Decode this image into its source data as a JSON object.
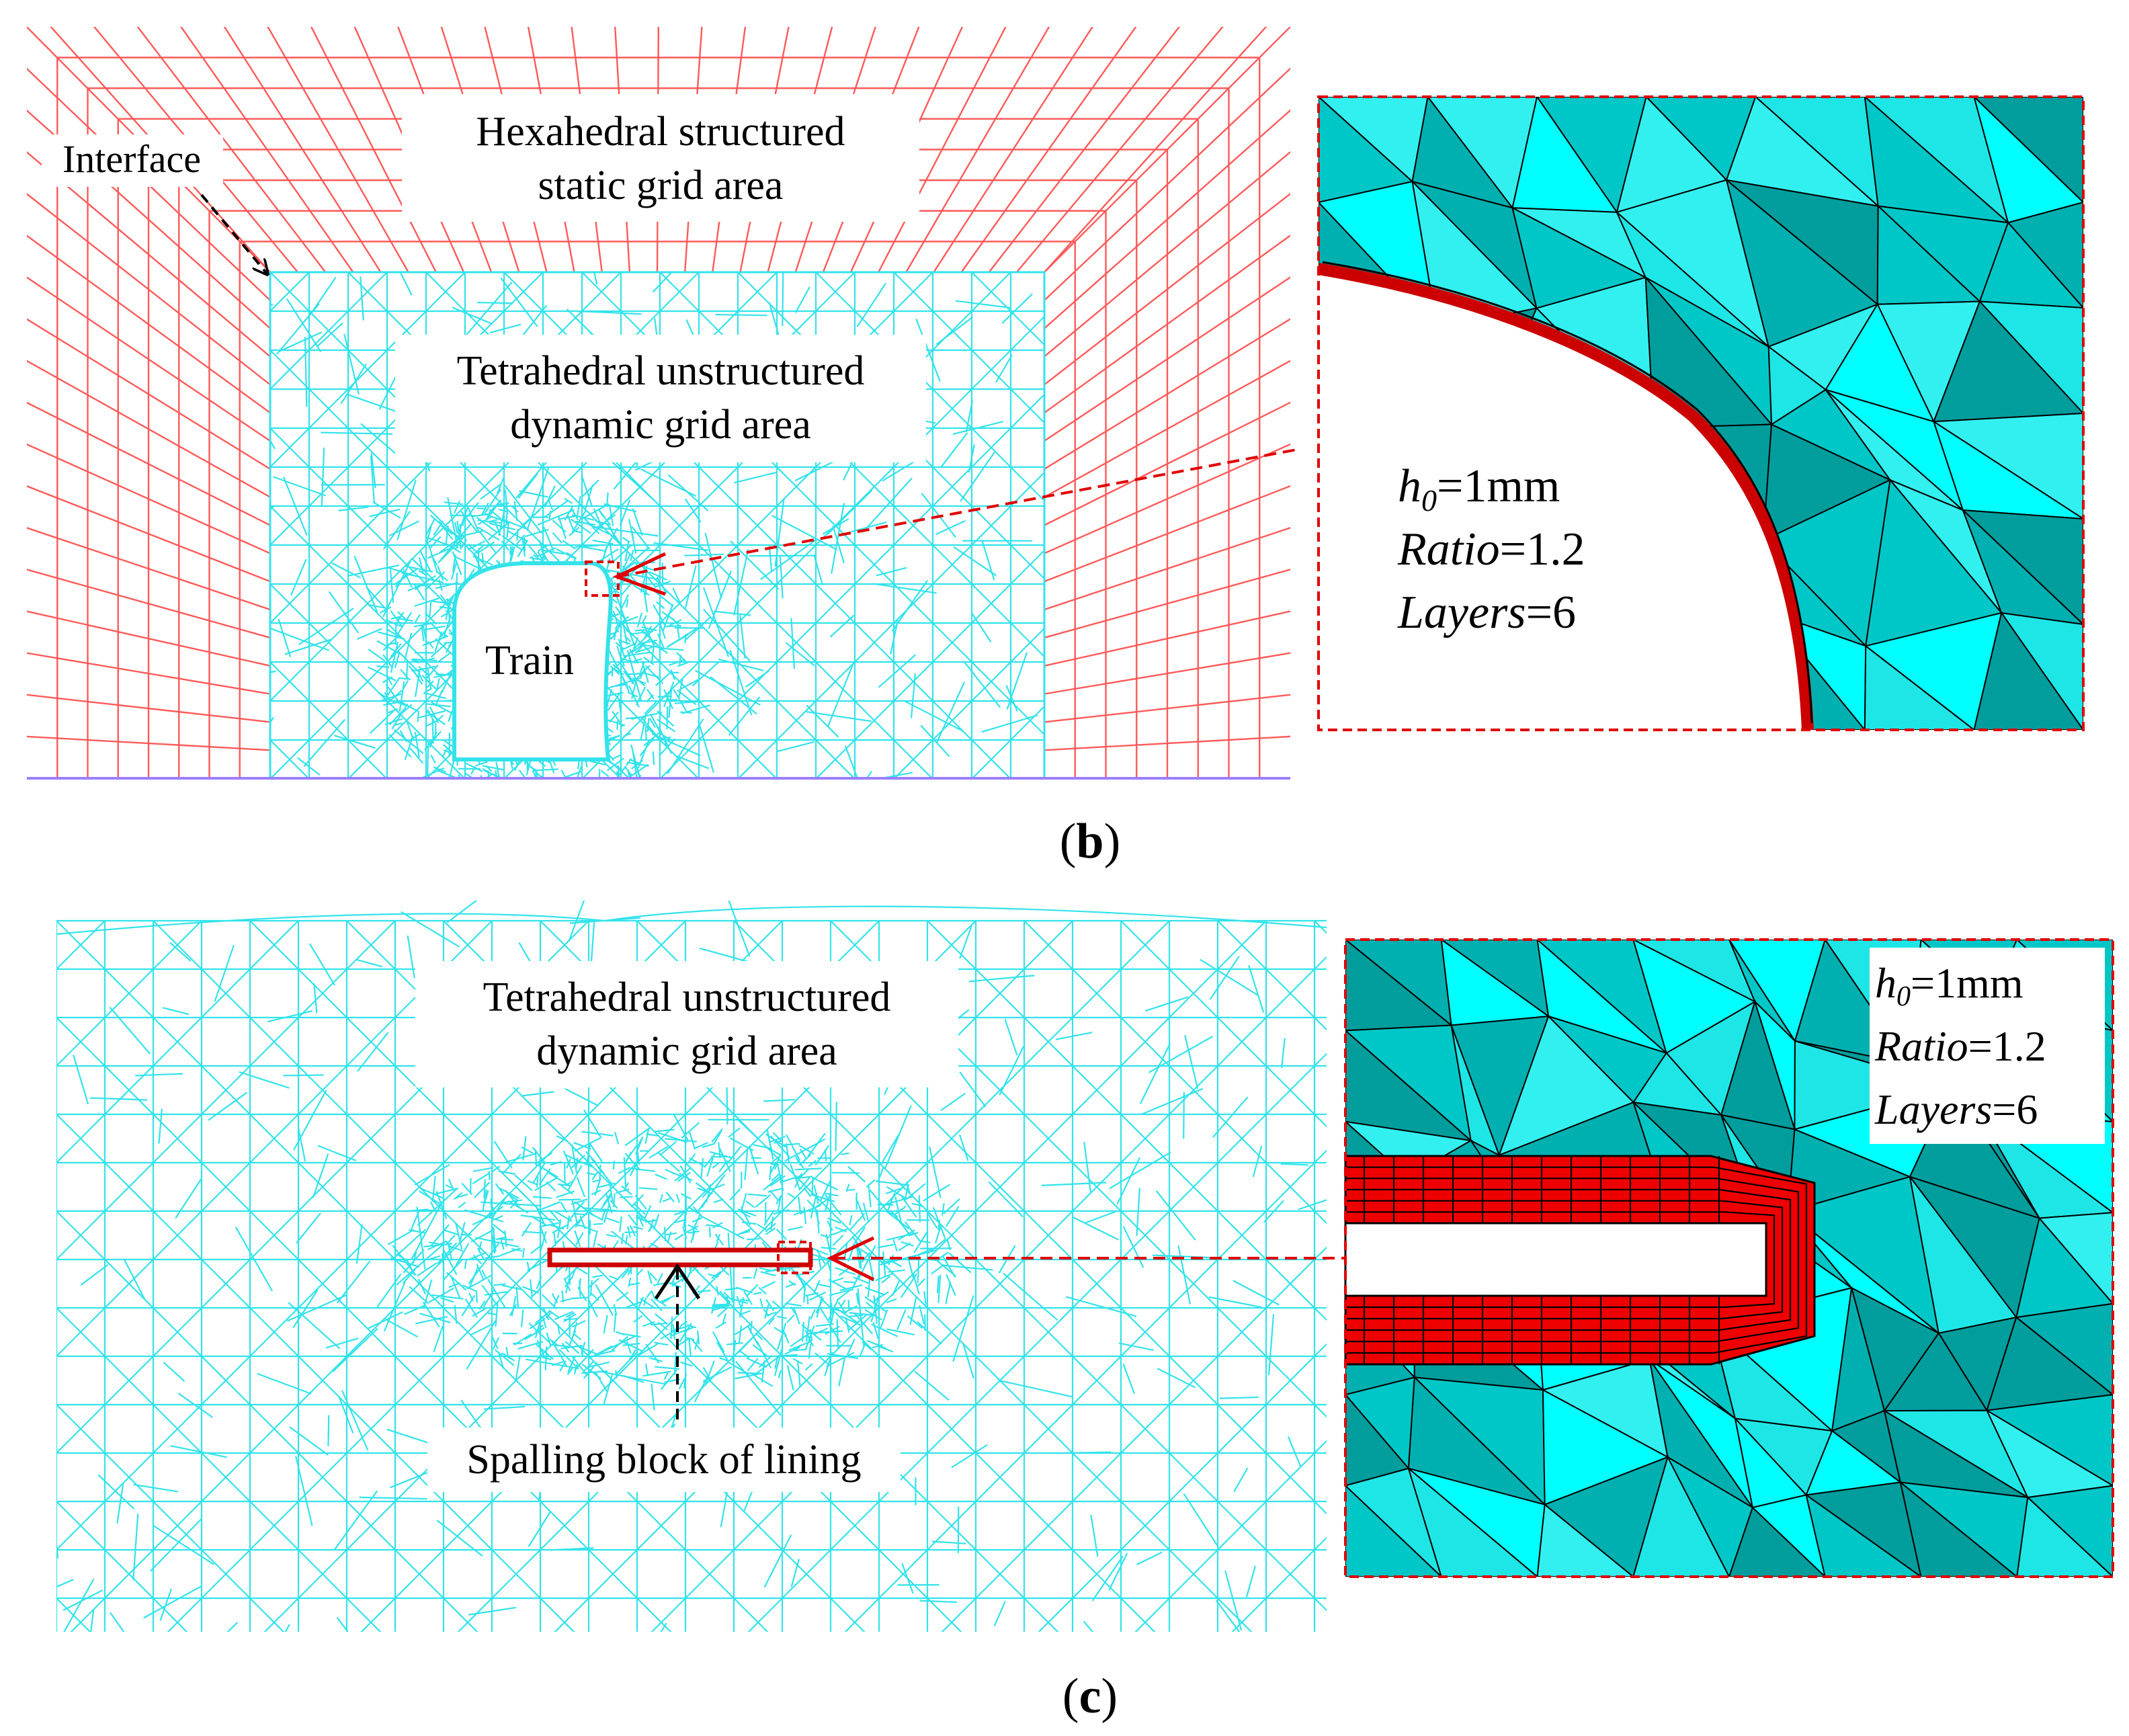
{
  "panel_b": {
    "label_open": "(",
    "label_letter": "b",
    "label_close": ")",
    "hex_area_line1": "Hexahedral structured",
    "hex_area_line2": "static grid area",
    "tet_area_line1": "Tetrahedral unstructured",
    "tet_area_line2": "dynamic grid area",
    "interface_label": "Interface",
    "train_label": "Train",
    "zoom": {
      "h0_symbol": "h",
      "h0_subscript": "0",
      "h0_value": "=1mm",
      "ratio_name": "Ratio",
      "ratio_value": "=1.2",
      "layers_name": "Layers",
      "layers_value": "=6"
    }
  },
  "panel_c": {
    "label_open": "(",
    "label_letter": "c",
    "label_close": ")",
    "tet_area_line1": "Tetrahedral unstructured",
    "tet_area_line2": "dynamic grid area",
    "spalling_label": "Spalling block of lining",
    "zoom": {
      "h0_symbol": "h",
      "h0_subscript": "0",
      "h0_value": "=1mm",
      "ratio_name": "Ratio",
      "ratio_value": "=1.2",
      "layers_name": "Layers",
      "layers_value": "=6"
    }
  },
  "colors": {
    "static_grid": "#ff5a5a",
    "dynamic_grid": "#33e3ea",
    "mesh_fill_light": "#00ffff",
    "mesh_fill_dark": "#00b8b8",
    "boundary_layer": "#ee0000",
    "ground_line": "#9b7fff",
    "callout_dash": "#e00000"
  }
}
